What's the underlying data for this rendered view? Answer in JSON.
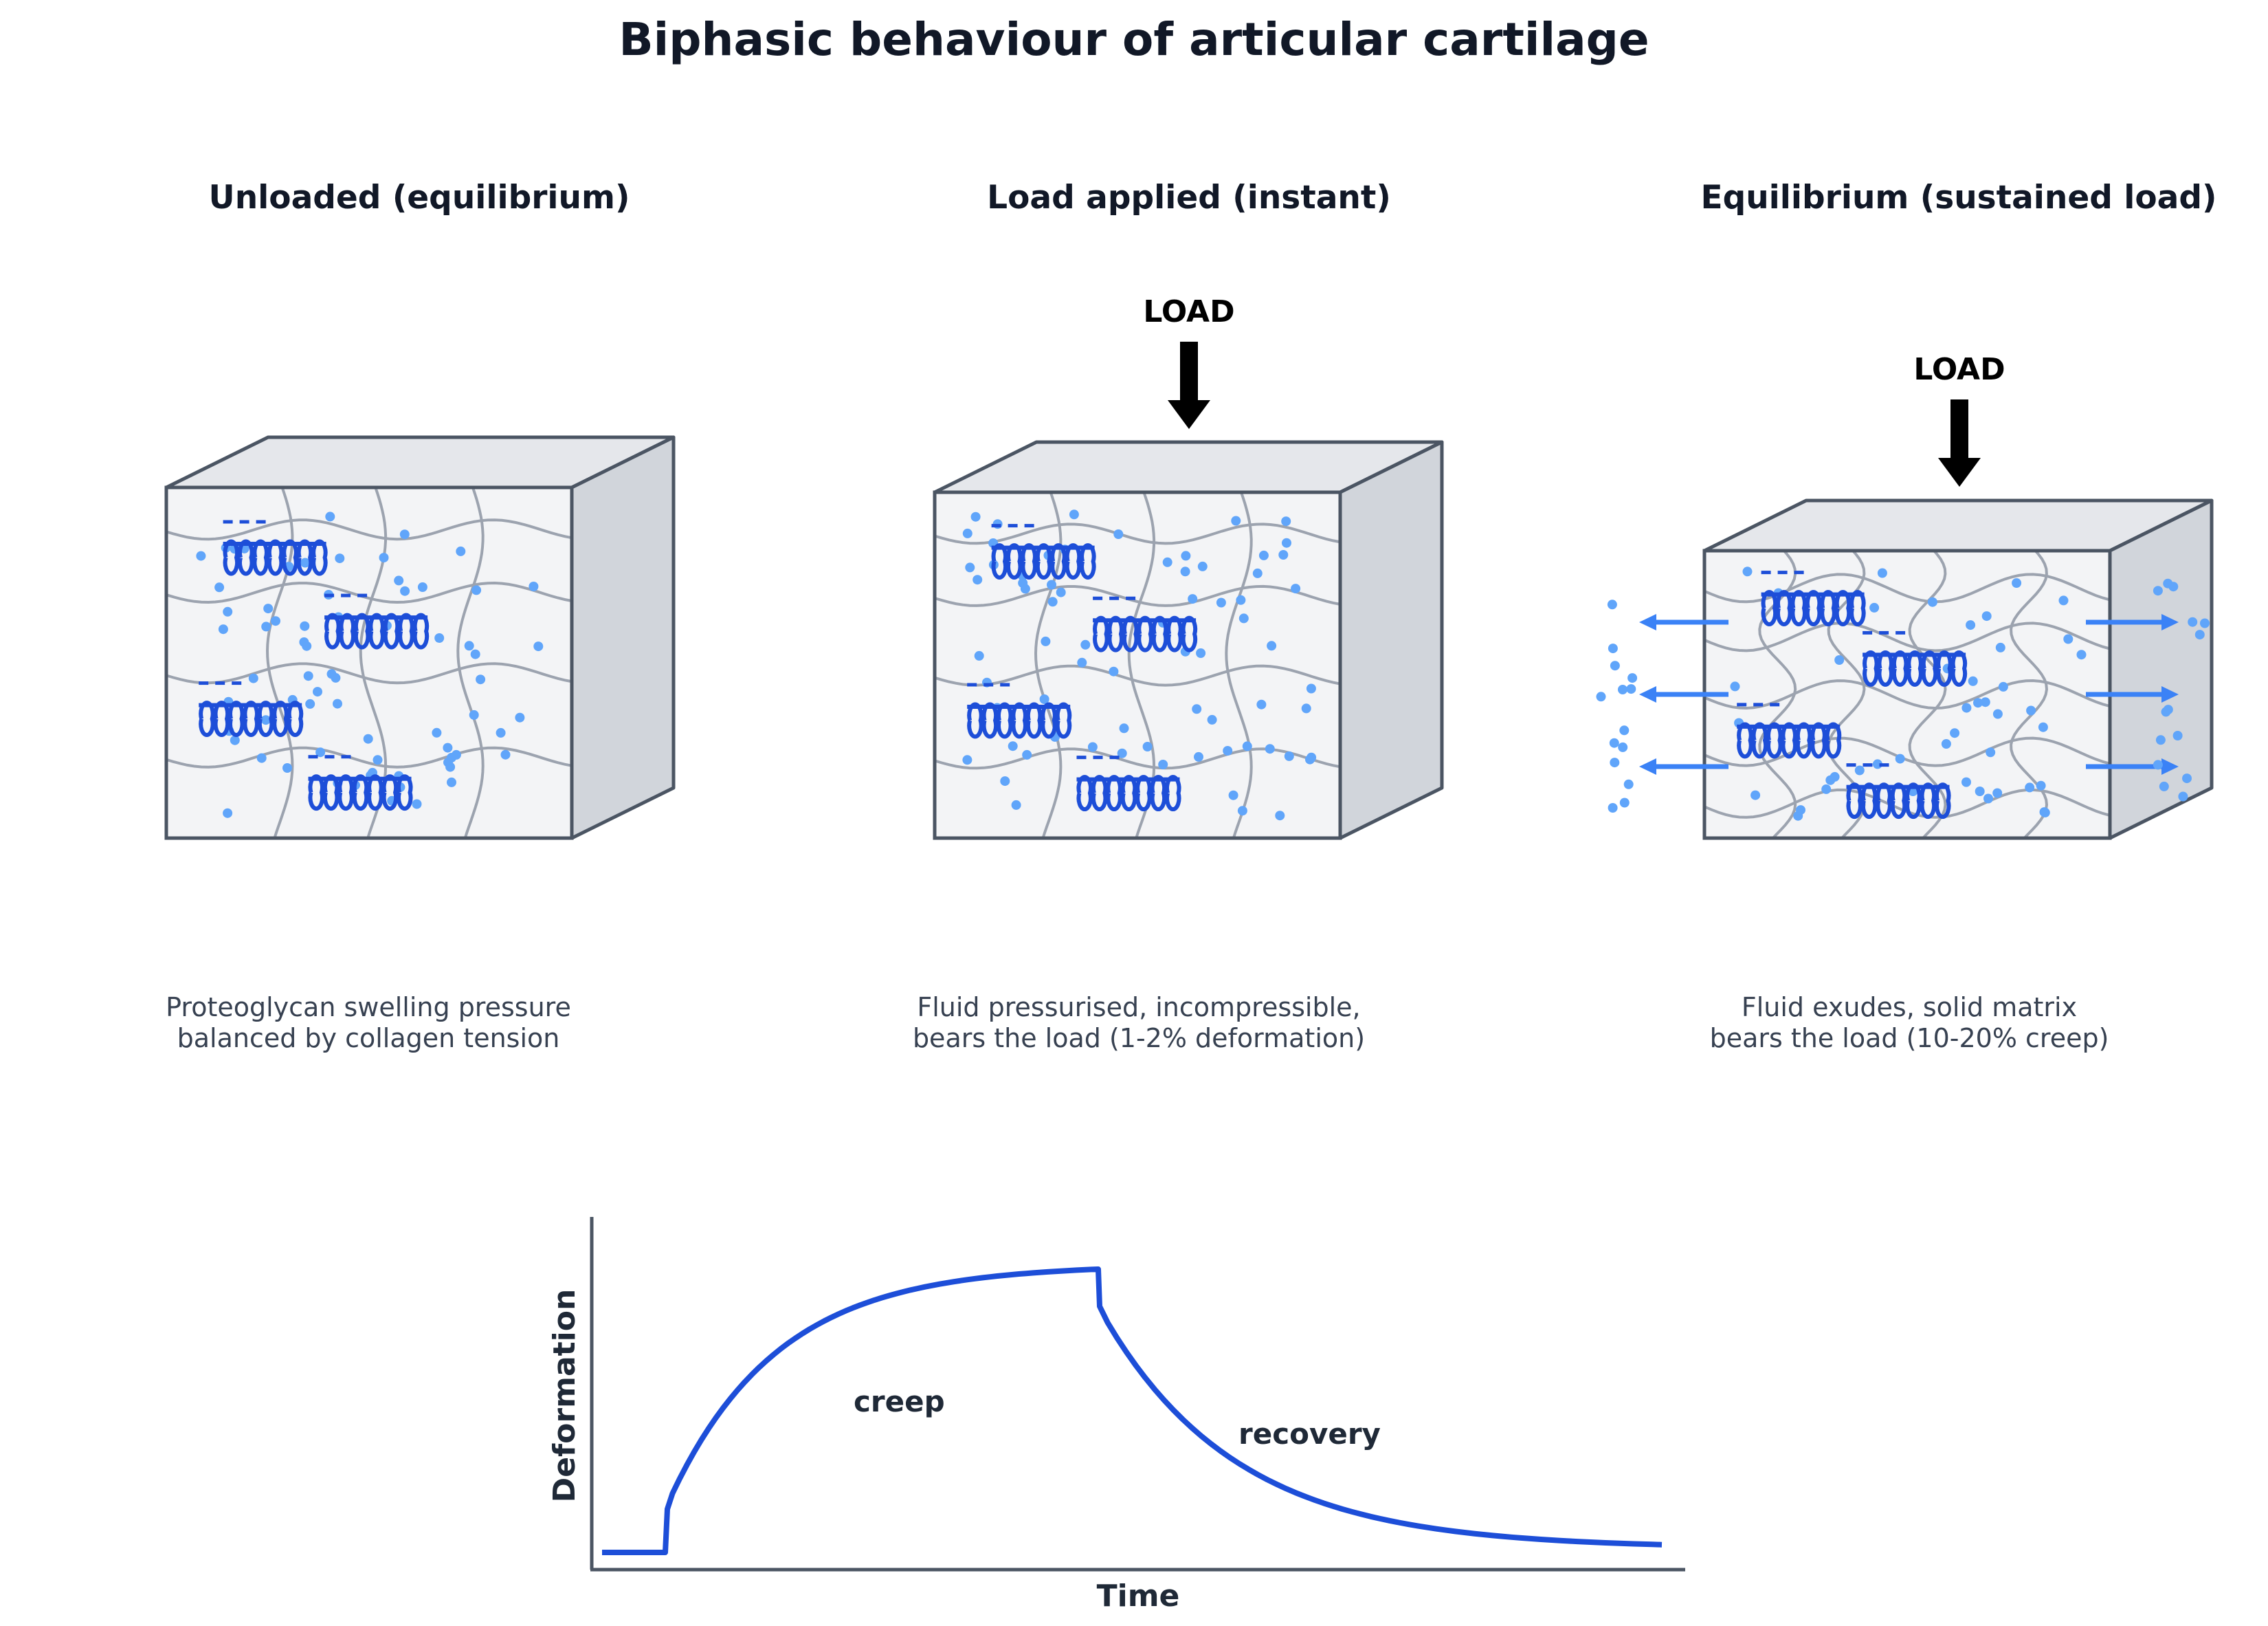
{
  "title": "Biphasic behaviour of articular cartilage",
  "panels": [
    {
      "heading": "Unloaded (equilibrium)",
      "caption_line1": "Proteoglycan swelling pressure",
      "caption_line2": "balanced by collagen tension",
      "load": null
    },
    {
      "heading": "Load applied (instant)",
      "caption_line1": "Fluid pressurised, incompressible,",
      "caption_line2": "bears the load (1-2% deformation)",
      "load": "LOAD"
    },
    {
      "heading": "Equilibrium (sustained load)",
      "caption_line1": "Fluid exudes, solid matrix",
      "caption_line2": "bears the load (10-20% creep)",
      "load": "LOAD"
    }
  ],
  "graph": {
    "xlabel": "Time",
    "ylabel": "Deformation",
    "annotations": [
      "creep",
      "recovery"
    ]
  },
  "colors": {
    "box_face": "#f3f4f6",
    "box_top": "#e5e7eb",
    "box_side": "#d1d5db",
    "box_edge": "#4b5563",
    "fibre": "#9ca3af",
    "proteoglycan": "#1d4ed8",
    "fluid": "#60a5fa",
    "arrow": "#3b82f6",
    "curve": "#1d4ed8"
  }
}
